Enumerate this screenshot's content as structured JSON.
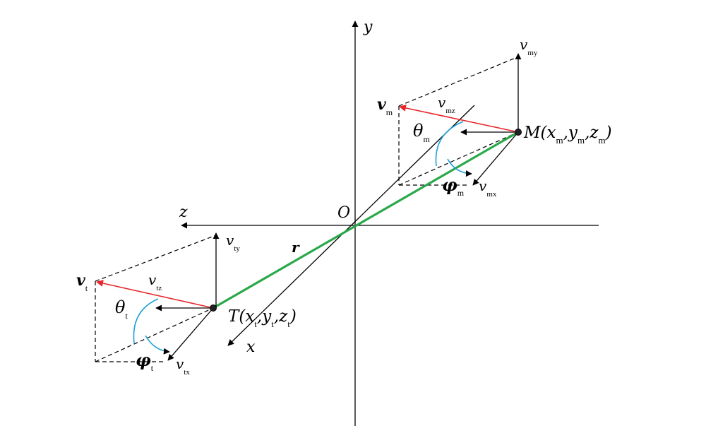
{
  "colors": {
    "axis": "#000000",
    "velocity_vector": "#e8262b",
    "line_of_sight": "#2aa84a",
    "angle_arc": "#1e9fd6",
    "dashed": "#000000"
  },
  "labels": {
    "origin": "O",
    "axis_x": "x",
    "axis_y": "y",
    "axis_z": "z",
    "range": "r",
    "target_point": {
      "main": "T(x",
      "sub1": "t",
      "comma1": ",y",
      "sub2": "t",
      "comma2": ",z",
      "sub3": "t",
      "close": ")"
    },
    "missile_point": {
      "main": "M(x",
      "sub1": "m",
      "comma1": ",y",
      "sub2": "m",
      "comma2": ",z",
      "sub3": "m",
      "close": ")"
    },
    "target_velocity": {
      "main": "v",
      "sub": "t"
    },
    "missile_velocity": {
      "main": "v",
      "sub": "m"
    },
    "v_tx": {
      "main": "v",
      "sub": "tx"
    },
    "v_ty": {
      "main": "v",
      "sub": "ty"
    },
    "v_tz": {
      "main": "v",
      "sub": "tz"
    },
    "v_mx": {
      "main": "v",
      "sub": "mx"
    },
    "v_my": {
      "main": "v",
      "sub": "my"
    },
    "v_mz": {
      "main": "v",
      "sub": "mz"
    },
    "theta_t": {
      "main": "θ",
      "sub": "t"
    },
    "phi_t": {
      "main": "φ",
      "sub": "t"
    },
    "theta_m": {
      "main": "θ",
      "sub": "m"
    },
    "phi_m": {
      "main": "φ",
      "sub": "m"
    }
  }
}
